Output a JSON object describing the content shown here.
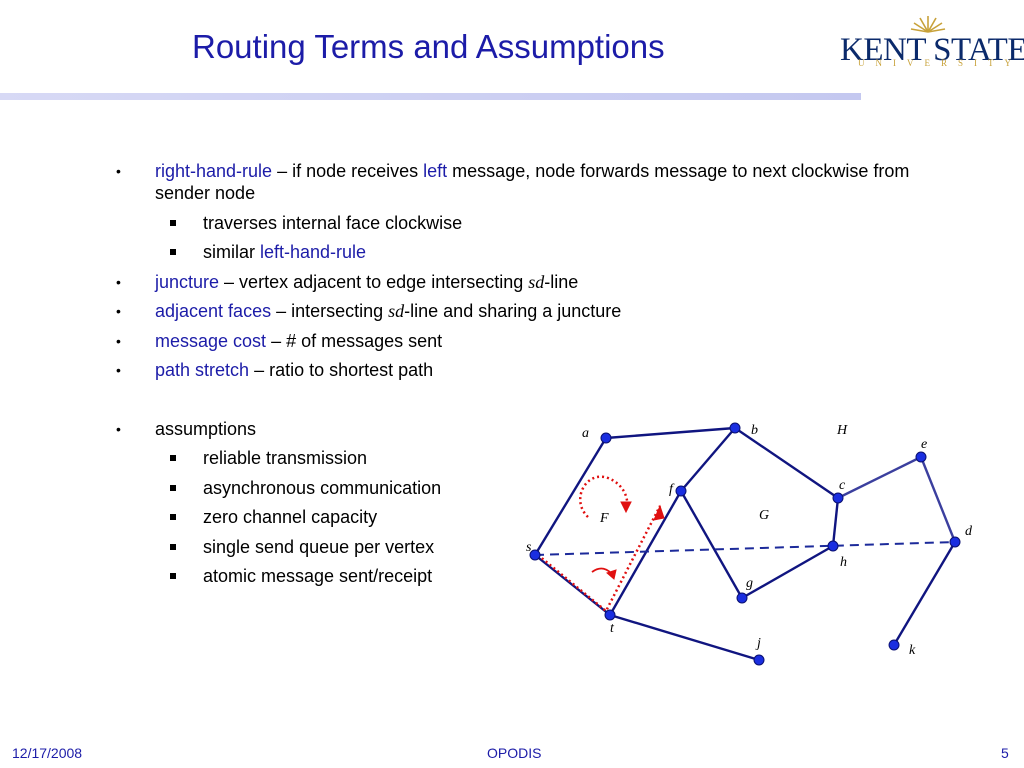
{
  "slide": {
    "title": "Routing Terms and Assumptions",
    "logo": {
      "name": "KENT STATE",
      "sub": "UNIVERSITY",
      "reg": "®"
    }
  },
  "bullets": {
    "rhr_term": "right-hand-rule",
    "rhr_a": " – if node receives ",
    "rhr_left": "left",
    "rhr_b": " message, node forwards message to next clockwise from sender node",
    "rhr_sub1": "traverses internal face clockwise",
    "rhr_sub2_a": "similar ",
    "rhr_sub2_b": "left-hand-rule",
    "juncture_term": "juncture",
    "juncture_a": " – vertex adjacent to edge intersecting ",
    "sd": "sd",
    "juncture_b": "-line",
    "adj_term": "adjacent faces",
    "adj_a": " – intersecting ",
    "adj_b": "-line and sharing a juncture",
    "cost_term": "message cost",
    "cost_desc": " – # of messages sent",
    "stretch_term": "path stretch",
    "stretch_desc": " – ratio to shortest path",
    "assumptions": "assumptions",
    "assumption_items": [
      "reliable transmission",
      "asynchronous communication",
      "zero channel capacity",
      "single send queue per vertex",
      "atomic message sent/receipt"
    ]
  },
  "figure": {
    "node_labels": {
      "a": "a",
      "b": "b",
      "c": "c",
      "d": "d",
      "e": "e",
      "f": "f",
      "g": "g",
      "h": "h",
      "j": "j",
      "k": "k",
      "s": "s",
      "t": "t"
    },
    "face_labels": {
      "F": "F",
      "G": "G",
      "H": "H"
    },
    "colors": {
      "edge": "#101580",
      "node": "#1a2ee0",
      "sd_line": "#1c2a9a",
      "message": "#e01010"
    }
  },
  "footer": {
    "date": "12/17/2008",
    "venue": "OPODIS",
    "page": "5"
  }
}
